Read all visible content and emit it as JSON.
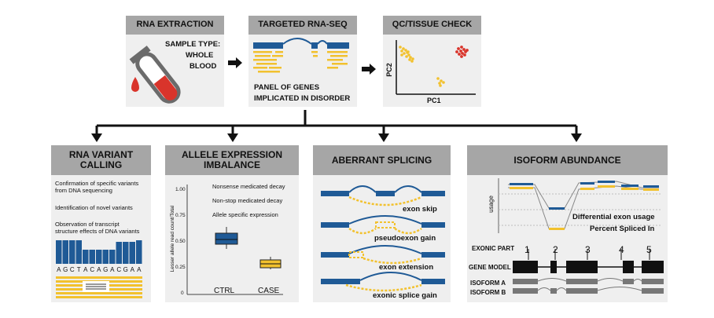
{
  "top": {
    "rna_extraction": {
      "title": "RNA EXTRACTION",
      "sample_line1": "SAMPLE TYPE:",
      "sample_line2": "WHOLE",
      "sample_line3": "BLOOD"
    },
    "targeted_seq": {
      "title": "TARGETED RNA-SEQ",
      "caption_line1": "PANEL OF GENES",
      "caption_line2": "IMPLICATED IN DISORDER"
    },
    "qc": {
      "title": "QC/TISSUE CHECK",
      "x_label": "PC1",
      "y_label": "PC2"
    }
  },
  "bottom": {
    "variant_calling": {
      "title_line1": "RNA VARIANT",
      "title_line2": "CALLING",
      "bullet1_line1": "Confirmation of specific variants",
      "bullet1_line2": "from DNA sequencing",
      "bullet2": "Identification of novel variants",
      "bullet3_line1": "Observation of transcript",
      "bullet3_line2": "structure effects of DNA variants",
      "sequence": [
        "A",
        "G",
        "C",
        "T",
        "A",
        "C",
        "A",
        "G",
        "A",
        "C",
        "G",
        "A",
        "A"
      ]
    },
    "allele_imbalance": {
      "title_line1": "ALLELE EXPRESSION",
      "title_line2": "IMBALANCE",
      "item1": "Nonsense medicated decay",
      "item2": "Non-stop medicated decay",
      "item3": "Allele specific expression",
      "y_axis_label": "Lesser allele read count/Total",
      "y_ticks": [
        "0",
        "0.25",
        "0.50",
        "0.75",
        "1.00"
      ],
      "groups": [
        "CTRL",
        "CASE"
      ]
    },
    "aberrant_splicing": {
      "title": "ABERRANT SPLICING",
      "events": [
        "exon skip",
        "pseudoexon gain",
        "exon extension",
        "exonic splice gain"
      ]
    },
    "isoform": {
      "title": "ISOFORM ABUNDANCE",
      "y_label": "usage",
      "caption_line1": "Differential exon usage",
      "caption_line2": "Percent Spliced In",
      "exonic_part_label": "EXONIC PART",
      "exon_numbers": [
        "1",
        "2",
        "3",
        "4",
        "5"
      ],
      "gene_model_label": "GENE MODEL",
      "isoform_a_label": "ISOFORM A",
      "isoform_b_label": "ISOFORM B"
    }
  },
  "colors": {
    "blue": "#1f5a96",
    "yellow": "#f2c12e",
    "red": "#d9342b",
    "header": "#a6a6a6",
    "panel": "#efefef"
  }
}
